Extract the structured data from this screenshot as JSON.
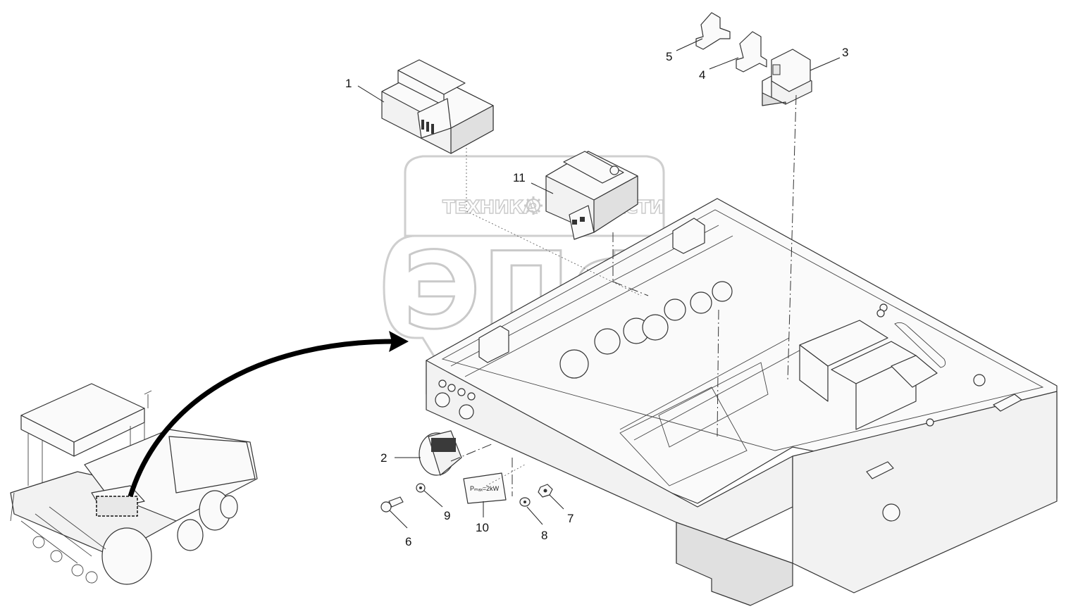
{
  "watermark": {
    "top_left": "ТЕХНИКА",
    "top_right": "ЗАПЧАСТИ",
    "main": "ЭПФ"
  },
  "callouts": [
    {
      "id": "1",
      "label": "1"
    },
    {
      "id": "2",
      "label": "2"
    },
    {
      "id": "3",
      "label": "3"
    },
    {
      "id": "4",
      "label": "4"
    },
    {
      "id": "5",
      "label": "5"
    },
    {
      "id": "6",
      "label": "6"
    },
    {
      "id": "7",
      "label": "7"
    },
    {
      "id": "8",
      "label": "8"
    },
    {
      "id": "9",
      "label": "9"
    },
    {
      "id": "10",
      "label": "10"
    },
    {
      "id": "11",
      "label": "11"
    }
  ],
  "plate_text": "Pₘₐₓ=2kW",
  "colors": {
    "line": "#333333",
    "fill": "#f2f2f2",
    "watermark": "#c9c9c9",
    "arrow": "#000000"
  }
}
